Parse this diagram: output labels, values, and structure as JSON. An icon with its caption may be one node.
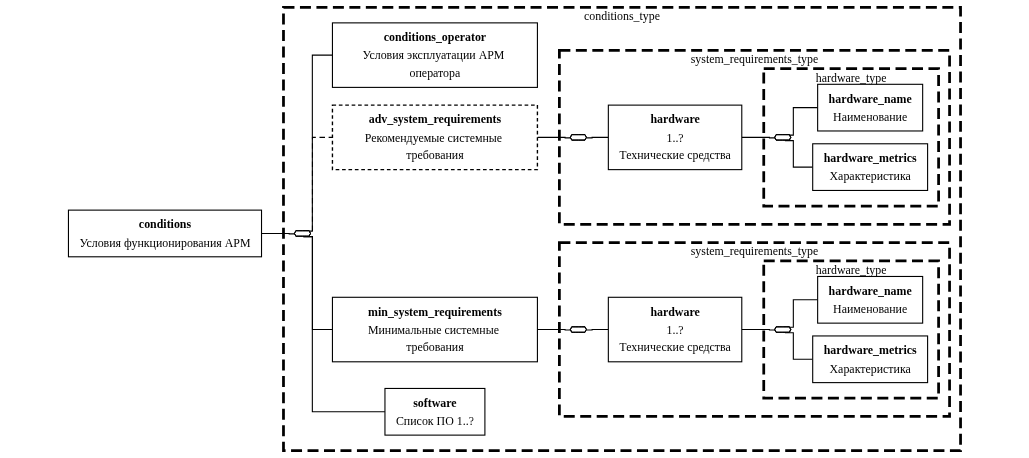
{
  "diagram": {
    "nodes": [
      {
        "text": [
          "conditions",
          "Условия функционирования АРМ"
        ]
      },
      {
        "text": [
          "conditions_type"
        ]
      },
      {
        "text": [],
        "shape": "octagon",
        "in": 1
      },
      {
        "text": [
          "conditions_operator",
          "Условия эксплуатации АРМ оператора"
        ],
        "in": 1
      },
      {
        "text": [
          "min_system_requirements",
          "Минимальные системные требования"
        ],
        "in": 1
      },
      {
        "text": [
          "system_requirements_type"
        ],
        "in": 1
      },
      {
        "text": [],
        "shape": "octagon",
        "in": 5
      },
      {
        "text": [
          "hardware",
          "1..?",
          "Технические средства"
        ],
        "in": 5
      },
      {
        "text": [
          "hardware_type"
        ],
        "in": 5
      },
      {
        "text": [],
        "shape": "octagon",
        "in": 8
      },
      {
        "text": [
          "hardware_name",
          "Наименование"
        ],
        "in": 8
      },
      {
        "text": [
          "hardware_metrics",
          "Характеристика"
        ],
        "in": 8
      },
      {
        "text": [
          "adv_system_requirements",
          "Рекомендуемые системные требования"
        ],
        "in": 1
      },
      {
        "text": [
          "system_requirements_type"
        ],
        "in": 1
      },
      {
        "text": [],
        "shape": "octagon",
        "in": 13
      },
      {
        "text": [
          "hardware",
          "1..?",
          "Технические средства"
        ],
        "in": 13
      },
      {
        "text": [
          "hardware_type"
        ],
        "in": 13
      },
      {
        "text": [],
        "shape": "octagon",
        "in": 16
      },
      {
        "text": [
          "hardware_name",
          "Наименование"
        ],
        "in": 16
      },
      {
        "text": [
          "hardware_metrics",
          "Характеристика"
        ],
        "in": 16
      },
      {
        "text": [
          "software",
          "Список ПО 1..?"
        ],
        "in": 1
      }
    ],
    "edges": [
      {
        "from": 0,
        "to": 2,
        "arrow": "none"
      },
      {
        "from": 2,
        "to": 3,
        "arrow": "none"
      },
      {
        "from": 2,
        "to": 4,
        "arrow": "none"
      },
      {
        "from": 2,
        "to": 12,
        "arrow": "none",
        "style": "dashed"
      },
      {
        "from": 2,
        "to": 20,
        "arrow": "none"
      },
      {
        "from": 4,
        "to": 6,
        "arrow": "none"
      },
      {
        "from": 6,
        "to": 7,
        "arrow": "none"
      },
      {
        "from": 7,
        "to": 9,
        "arrow": "none"
      },
      {
        "from": 9,
        "to": 10,
        "arrow": "none"
      },
      {
        "from": 9,
        "to": 11,
        "arrow": "none"
      },
      {
        "from": 12,
        "to": 14,
        "arrow": "none"
      },
      {
        "from": 14,
        "to": 15,
        "arrow": "none"
      },
      {
        "from": 15,
        "to": 17,
        "arrow": "none"
      },
      {
        "from": 17,
        "to": 18,
        "arrow": "none"
      },
      {
        "from": 17,
        "to": 19,
        "arrow": "none"
      }
    ]
  }
}
